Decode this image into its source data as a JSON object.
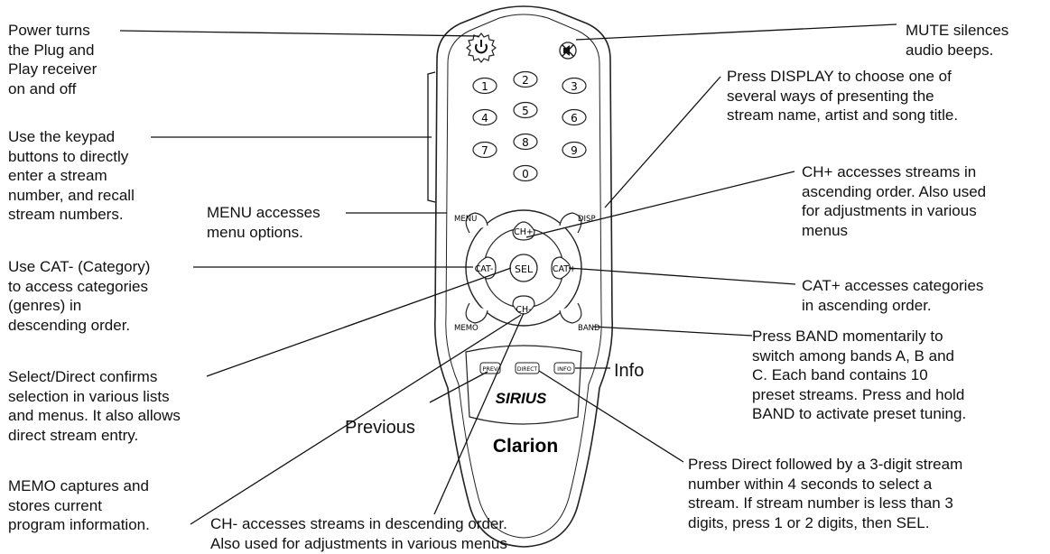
{
  "remote": {
    "brand_logo": "SIRIUS",
    "maker_logo": "Clarion",
    "keypad": [
      "1",
      "2",
      "3",
      "4",
      "5",
      "6",
      "7",
      "8",
      "9",
      "0"
    ],
    "buttons": {
      "menu": "MENU",
      "disp": "DISP",
      "memo": "MEMO",
      "band": "BAND",
      "ch_plus": "CH+",
      "ch_minus": "CH-",
      "cat_minus": "CAT-",
      "cat_plus": "CAT+",
      "sel": "SEL",
      "prev": "PREV",
      "direct": "DIRECT",
      "info": "INFO"
    },
    "icons": {
      "power": "power-icon",
      "mute": "mute-icon"
    }
  },
  "callouts": {
    "power": "Power turns\nthe Plug and\nPlay receiver\non and off",
    "keypad": "Use the keypad\nbuttons to directly\nenter a stream\nnumber, and recall\nstream numbers.",
    "menu": "MENU accesses\nmenu options.",
    "cat_minus": "Use CAT- (Category)\nto access categories\n(genres) in\ndescending order.",
    "select": "Select/Direct confirms\nselection in various lists\nand menus. It also allows\ndirect stream entry.",
    "memo": "MEMO captures and\nstores current\nprogram information.",
    "ch_minus": "CH- accesses streams in descending order.\nAlso used for adjustments in various menus",
    "previous": "Previous",
    "info": "Info",
    "mute": "MUTE silences\naudio beeps.",
    "display": "Press DISPLAY to choose one of\nseveral ways of presenting the\nstream name, artist and song title.",
    "ch_plus": "CH+ accesses streams in\nascending order. Also used\nfor adjustments in various\nmenus",
    "cat_plus": "CAT+ accesses categories\nin ascending order.",
    "band": "Press BAND momentarily to\nswitch among bands A, B and\nC. Each band contains 10\npreset streams. Press and hold\nBAND to activate preset tuning.",
    "direct": "Press Direct followed by a 3-digit stream\nnumber within 4 seconds to select a\nstream. If stream number is less than 3\ndigits, press 1 or 2 digits, then SEL."
  }
}
